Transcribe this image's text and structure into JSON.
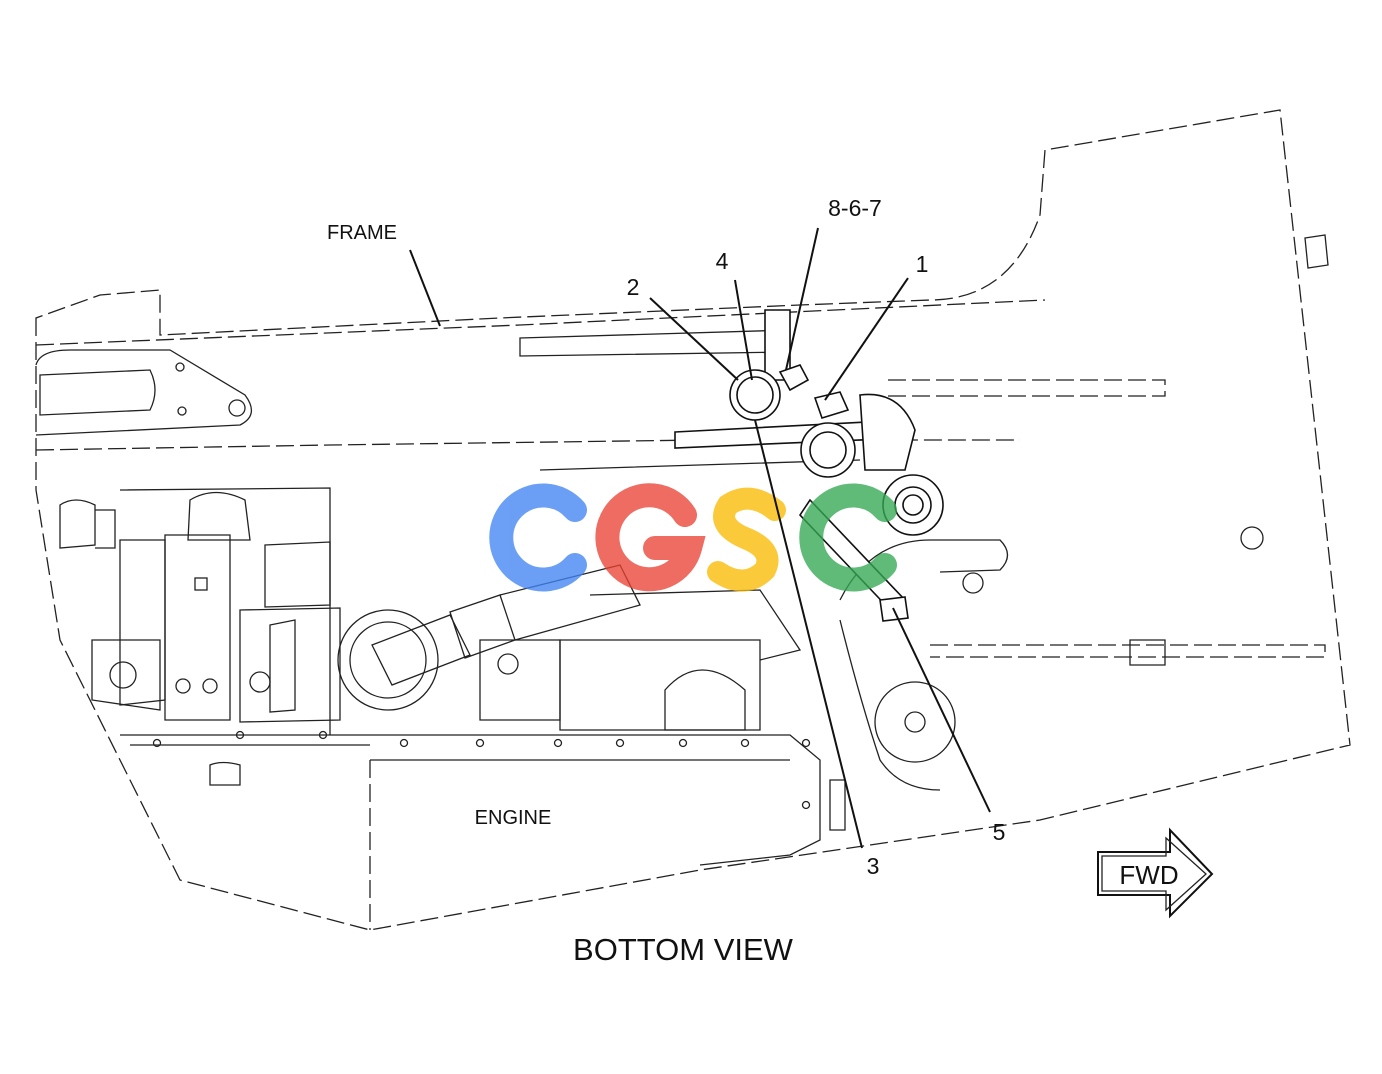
{
  "diagram": {
    "labels": {
      "frame": "FRAME",
      "engine": "ENGINE",
      "bottom_view": "BOTTOM VIEW",
      "fwd": "FWD"
    },
    "callouts": [
      {
        "id": "1",
        "text": "1"
      },
      {
        "id": "2",
        "text": "2"
      },
      {
        "id": "3",
        "text": "3"
      },
      {
        "id": "4",
        "text": "4"
      },
      {
        "id": "5",
        "text": "5"
      },
      {
        "id": "8-6-7",
        "text": "8-6-7"
      }
    ],
    "watermark": {
      "text": "CGSC",
      "colors": [
        "#4285F4",
        "#EA4335",
        "#FBBC05",
        "#34A853"
      ]
    }
  }
}
